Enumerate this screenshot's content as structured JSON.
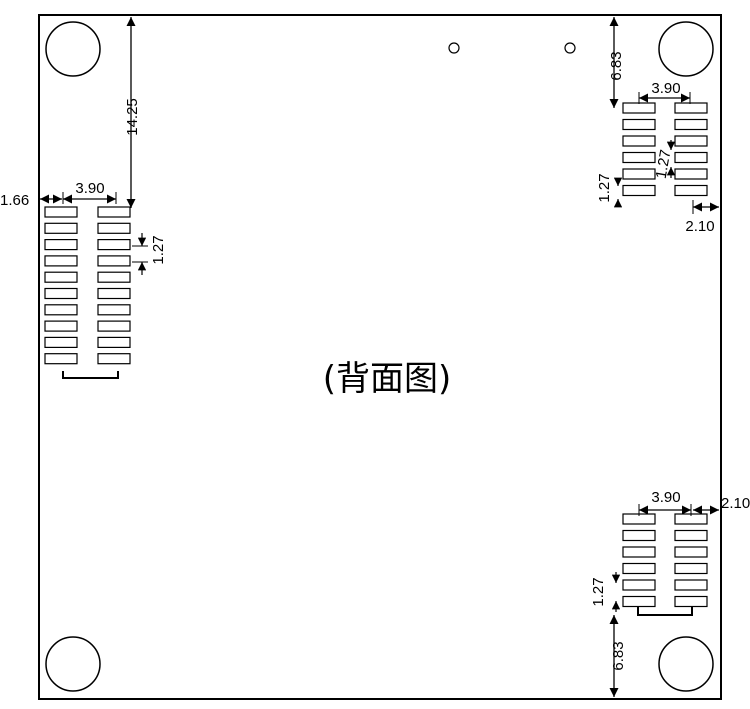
{
  "diagram": {
    "view_label": "(背面图)",
    "dimensions": {
      "left_top_offset": "14.25",
      "left_edge_offset": "1.66",
      "left_pad_width": "3.90",
      "left_pitch": "1.27",
      "tr_top_offset": "6.83",
      "tr_pad_width": "3.90",
      "tr_pitch_a": "1.27",
      "tr_pitch_b": "1.27",
      "tr_edge_offset": "2.10",
      "br_pad_width": "3.90",
      "br_edge_offset": "2.10",
      "br_pitch": "1.27",
      "br_bottom_offset": "6.83"
    }
  }
}
